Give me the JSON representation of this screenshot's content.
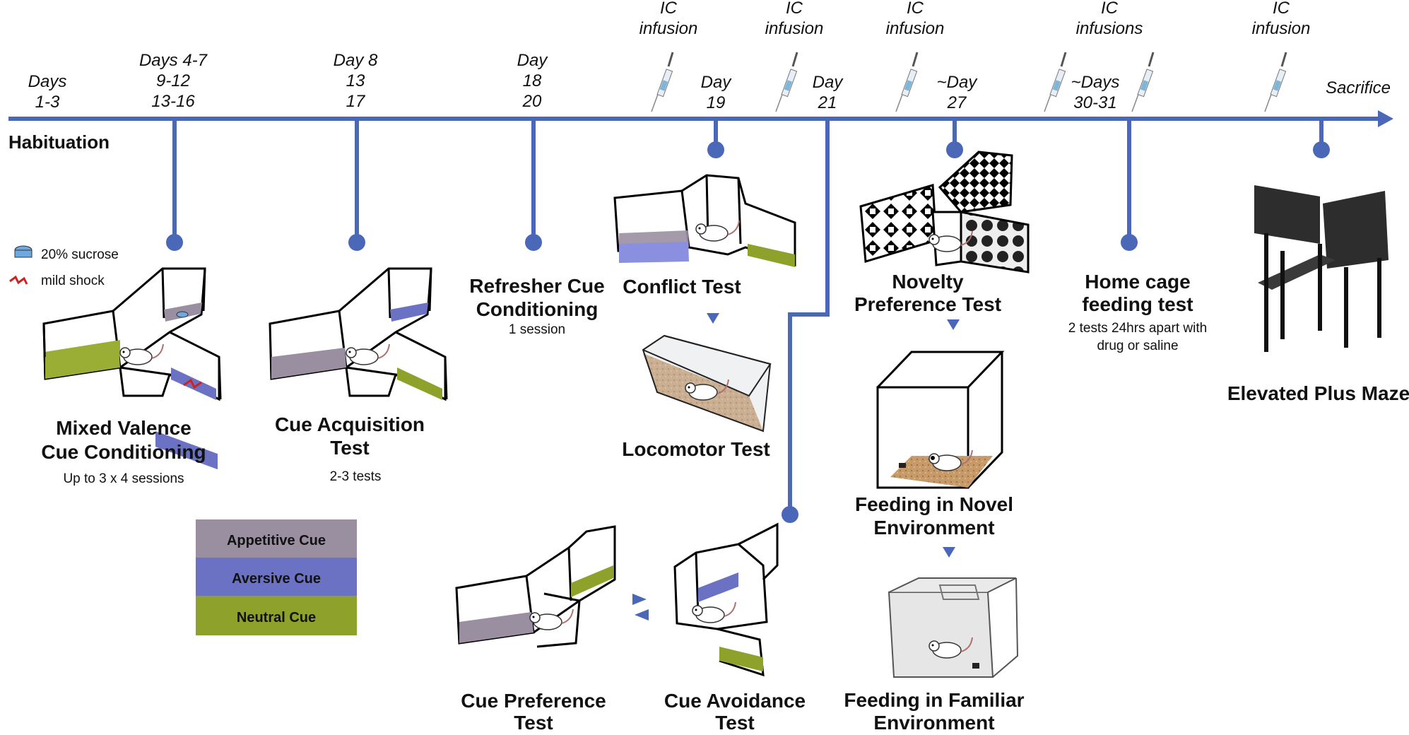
{
  "colors": {
    "timeline": "#4a67b8",
    "appetitive": "#9a8fa0",
    "aversive": "#6b72c4",
    "neutral": "#8ea12a",
    "bedding": "#c79a6a"
  },
  "timeline": {
    "start_label": "Habituation",
    "end_label": "Sacrifice",
    "days": [
      {
        "l1": "Days",
        "l2": "1-3",
        "l3": ""
      },
      {
        "l1": "Days 4-7",
        "l2": "9-12",
        "l3": "13-16"
      },
      {
        "l1": "Day 8",
        "l2": "13",
        "l3": "17"
      },
      {
        "l1": "Day",
        "l2": "18",
        "l3": "20"
      },
      {
        "l1": "Day",
        "l2": "19",
        "l3": ""
      },
      {
        "l1": "Day",
        "l2": "21",
        "l3": ""
      },
      {
        "l1": "~Day",
        "l2": "27",
        "l3": ""
      },
      {
        "l1": "~Days",
        "l2": "30-31",
        "l3": ""
      }
    ],
    "infusions": [
      {
        "l1": "IC",
        "l2": "infusion"
      },
      {
        "l1": "IC",
        "l2": "infusion"
      },
      {
        "l1": "IC",
        "l2": "infusion"
      },
      {
        "l1": "IC",
        "l2": "infusions"
      },
      {
        "l1": "IC",
        "l2": "infusion"
      }
    ]
  },
  "legend_top": {
    "sucrose": "20% sucrose",
    "shock": "mild shock"
  },
  "legend_cues": {
    "appetitive": "Appetitive Cue",
    "aversive": "Aversive Cue",
    "neutral": "Neutral Cue"
  },
  "tests": {
    "mixed": {
      "title1": "Mixed Valence",
      "title2": "Cue Conditioning",
      "sub": "Up to 3 x 4 sessions"
    },
    "acquisition": {
      "title1": "Cue Acquisition",
      "title2": "Test",
      "sub": "2-3 tests"
    },
    "refresher": {
      "title1": "Refresher Cue",
      "title2": "Conditioning",
      "sub": "1 session"
    },
    "conflict": {
      "title": "Conflict Test"
    },
    "locomotor": {
      "title": "Locomotor Test"
    },
    "preference": {
      "title1": "Cue Preference",
      "title2": "Test"
    },
    "avoidance": {
      "title1": "Cue Avoidance",
      "title2": "Test"
    },
    "novelty": {
      "title1": "Novelty",
      "title2": "Preference Test"
    },
    "novel_feed": {
      "title1": "Feeding in Novel",
      "title2": "Environment"
    },
    "familiar_feed": {
      "title1": "Feeding in Familiar",
      "title2": "Environment"
    },
    "homecage": {
      "title1": "Home cage",
      "title2": "feeding test",
      "sub1": "2 tests 24hrs apart with",
      "sub2": "drug or saline"
    },
    "epm": {
      "title": "Elevated Plus Maze"
    }
  }
}
